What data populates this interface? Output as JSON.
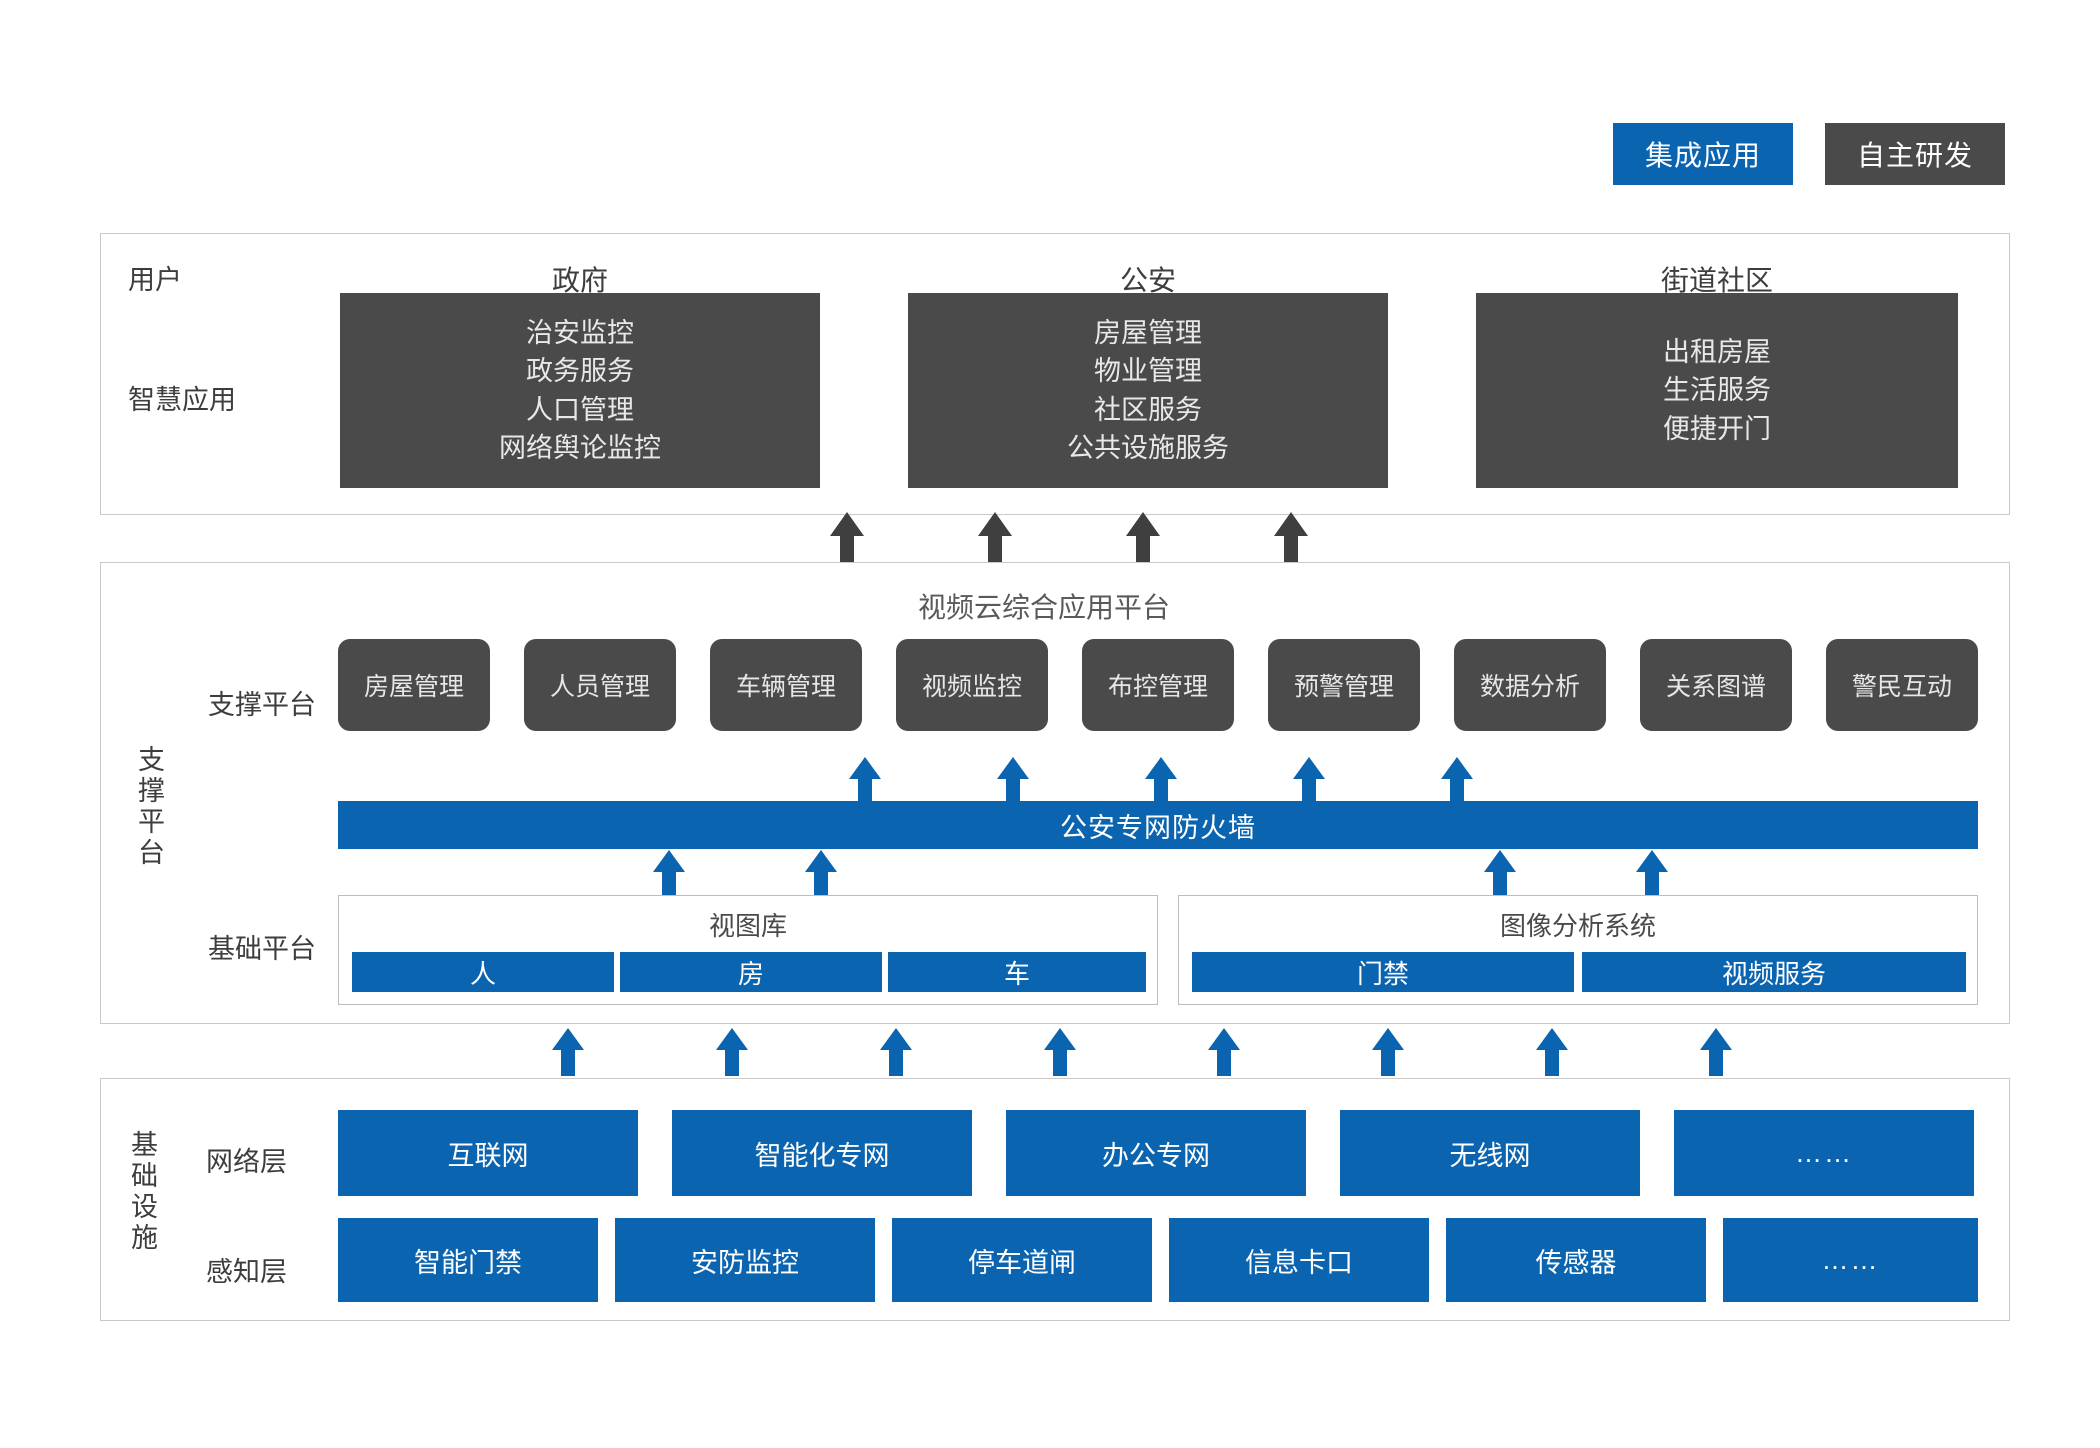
{
  "legend": {
    "items": [
      {
        "label": "集成应用",
        "color": "#0b64b0",
        "name": "integrated-application"
      },
      {
        "label": "自主研发",
        "color": "#4a4a4a",
        "name": "self-developed"
      }
    ]
  },
  "application_layer": {
    "row_labels": {
      "users": "用户",
      "smart_apps": "智慧应用"
    },
    "columns": [
      {
        "title": "政府",
        "items": [
          "治安监控",
          "政务服务",
          "人口管理",
          "网络舆论监控"
        ]
      },
      {
        "title": "公安",
        "items": [
          "房屋管理",
          "物业管理",
          "社区服务",
          "公共设施服务"
        ]
      },
      {
        "title": "街道社区",
        "items": [
          "出租房屋",
          "生活服务",
          "便捷开门"
        ]
      }
    ]
  },
  "platform_layer": {
    "side_label": "支撑平台",
    "title": "视频云综合应用平台",
    "support_row_label": "支撑平台",
    "support_modules": [
      "房屋管理",
      "人员管理",
      "车辆管理",
      "视频监控",
      "布控管理",
      "预警管理",
      "数据分析",
      "关系图谱",
      "警民互动"
    ],
    "firewall": "公安专网防火墙",
    "base_row_label": "基础平台",
    "base_groups": [
      {
        "title": "视图库",
        "items": [
          "人",
          "房",
          "车"
        ]
      },
      {
        "title": "图像分析系统",
        "items": [
          "门禁",
          "视频服务"
        ]
      }
    ]
  },
  "infrastructure_layer": {
    "side_label": "基础设施",
    "rows": [
      {
        "label": "网络层",
        "items": [
          "互联网",
          "智能化专网",
          "办公专网",
          "无线网",
          "……"
        ]
      },
      {
        "label": "感知层",
        "items": [
          "智能门禁",
          "安防监控",
          "停车道闸",
          "信息卡口",
          "传感器",
          "……"
        ]
      }
    ]
  },
  "colors": {
    "blue": "#0b64b0",
    "dark": "#4a4a4a",
    "frame_border": "#c9c9c9",
    "text_gray": "#3d3d3d"
  }
}
